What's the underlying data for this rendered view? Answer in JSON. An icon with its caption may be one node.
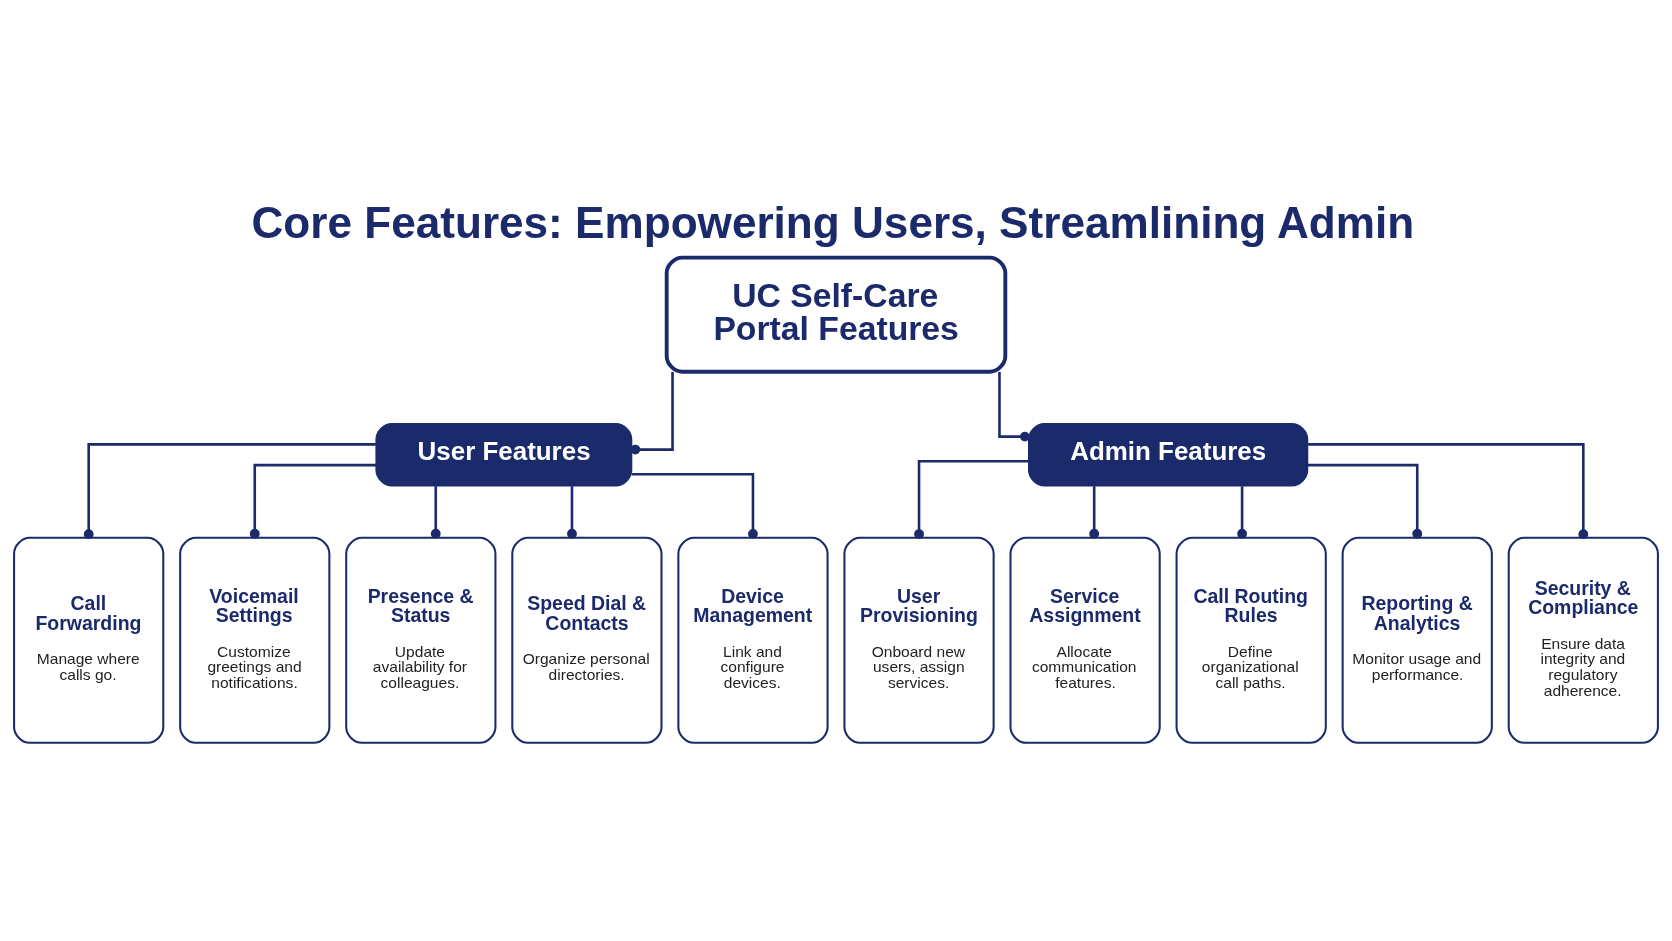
{
  "diagram": {
    "title": "Core Features: Empowering Users, Streamlining Admin",
    "nodes": [
      {
        "text": [
          "UC Self-Care Portal Features"
        ]
      },
      {
        "text": [
          "User Features"
        ]
      },
      {
        "text": [
          "Admin Features"
        ]
      },
      {
        "text": [
          "Call Forwarding",
          "Manage where calls go."
        ]
      },
      {
        "text": [
          "Voicemail Settings",
          "Customize greetings and notifications."
        ]
      },
      {
        "text": [
          "Presence & Status",
          "Update availability for colleagues."
        ]
      },
      {
        "text": [
          "Speed Dial & Contacts",
          "Organize personal directories."
        ]
      },
      {
        "text": [
          "Device Management",
          "Link and configure devices."
        ]
      },
      {
        "text": [
          "User Provisioning",
          "Onboard new users, assign services."
        ]
      },
      {
        "text": [
          "Service Assignment",
          "Allocate communication features."
        ]
      },
      {
        "text": [
          "Call Routing Rules",
          "Define organizational call paths."
        ]
      },
      {
        "text": [
          "Reporting & Analytics",
          "Monitor usage and performance."
        ]
      },
      {
        "text": [
          "Security & Compliance",
          "Ensure data integrity and regulatory adherence."
        ]
      }
    ],
    "edges": [
      {
        "from": 0,
        "to": 1,
        "arrow": "other"
      },
      {
        "from": 0,
        "to": 2,
        "arrow": "other"
      },
      {
        "from": 1,
        "to": 3,
        "arrow": "other"
      },
      {
        "from": 1,
        "to": 4,
        "arrow": "other"
      },
      {
        "from": 1,
        "to": 5,
        "arrow": "other"
      },
      {
        "from": 1,
        "to": 6,
        "arrow": "other"
      },
      {
        "from": 1,
        "to": 7,
        "arrow": "other"
      },
      {
        "from": 2,
        "to": 8,
        "arrow": "other"
      },
      {
        "from": 2,
        "to": 9,
        "arrow": "other"
      },
      {
        "from": 2,
        "to": 10,
        "arrow": "other"
      },
      {
        "from": 2,
        "to": 11,
        "arrow": "other"
      },
      {
        "from": 2,
        "to": 12,
        "arrow": "other"
      }
    ]
  }
}
